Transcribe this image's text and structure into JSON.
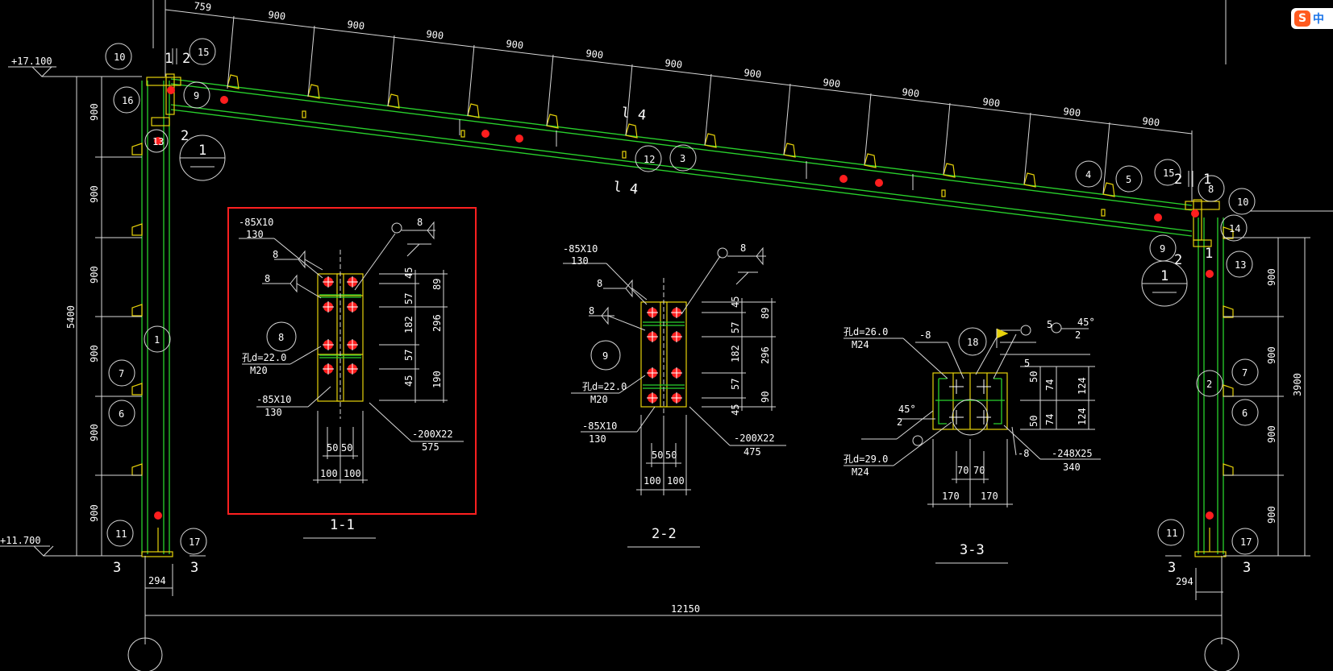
{
  "toolbar_ime": {
    "logo": "S",
    "mode": "中",
    "icon": "sogou-ime-icon"
  },
  "elevations": {
    "top": "+17.100",
    "bottom": "+11.700"
  },
  "dims": {
    "left_total": "5400",
    "left_segment": "900",
    "right_total": "3900",
    "right_segment": "900",
    "span": "12150",
    "col_width": "294",
    "rafter_first": "759",
    "rafter_segment": "900"
  },
  "callouts": [
    "10",
    "8",
    "15",
    "16",
    "9",
    "13",
    "1",
    "7",
    "6",
    "11",
    "17",
    "12",
    "3",
    "4",
    "5",
    "14",
    "2",
    "18"
  ],
  "section_marks": {
    "one": "1",
    "two": "2",
    "three": "3",
    "l4": "l 4"
  },
  "detail_11": {
    "title": "1-1",
    "plate_top": "-85X10",
    "plate_top_len": "130",
    "plate_bot": "-85X10",
    "plate_bot_len": "130",
    "end_plate": "-200X22",
    "end_plate_len": "575",
    "hole": "孔d=22.0",
    "bolt": "M20",
    "weld": "8",
    "callout": "8",
    "pitch": [
      "45",
      "57",
      "182",
      "57",
      "45"
    ],
    "groups": [
      "89",
      "296",
      "190"
    ],
    "gauge": [
      "50",
      "50"
    ],
    "edge": [
      "100",
      "100"
    ]
  },
  "detail_22": {
    "title": "2-2",
    "plate_top": "-85X10",
    "plate_top_len": "130",
    "plate_bot": "-85X10",
    "plate_bot_len": "130",
    "end_plate": "-200X22",
    "end_plate_len": "475",
    "hole": "孔d=22.0",
    "bolt": "M20",
    "weld": "8",
    "callout": "9",
    "pitch": [
      "45",
      "57",
      "182",
      "57",
      "45"
    ],
    "groups": [
      "89",
      "296",
      "90"
    ],
    "gauge": [
      "50",
      "50"
    ],
    "edge": [
      "100",
      "100"
    ]
  },
  "detail_33": {
    "title": "3-3",
    "hole_top": "孔d=26.0",
    "bolt_top": "M24",
    "hole_bot": "孔d=29.0",
    "bolt_bot": "M24",
    "stiff": "-8",
    "base_plate": "-248X25",
    "base_plate_len": "340",
    "weld": "5",
    "angle": "45°",
    "angle_n": "2",
    "callout": "18",
    "pitch": [
      "74",
      "50",
      "74",
      "50"
    ],
    "groups": [
      "124",
      "124"
    ],
    "gauge": [
      "70",
      "70"
    ],
    "edge": [
      "170",
      "170"
    ]
  }
}
